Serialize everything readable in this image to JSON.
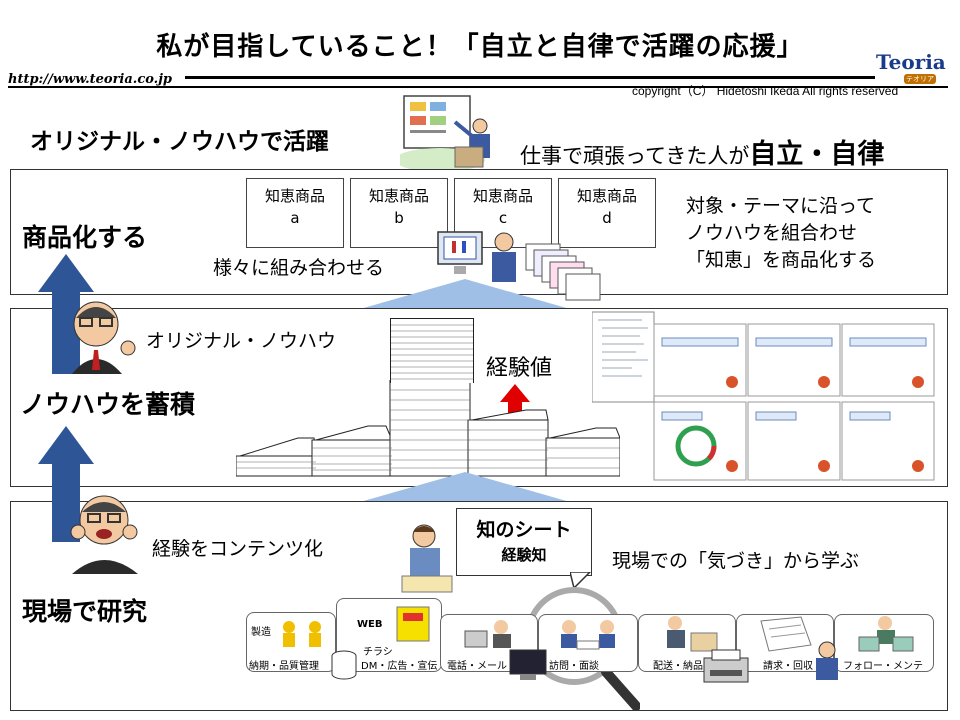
{
  "header": {
    "title": "私が目指していること！「自立と自律で活躍の応援」",
    "url": "http://www.teoria.co.jp",
    "copyright": "copyright（C） Hidetoshi Ikeda All rights reserved",
    "logo_text": "Teoria",
    "logo_sub": "テオリア"
  },
  "top": {
    "left_title": "オリジナル・ノウハウで活躍",
    "right_prefix": "仕事で頑張ってきた人が",
    "right_emph": "自立・自律"
  },
  "panel1": {
    "title": "商品化する",
    "boxes": [
      {
        "line1": "知恵商品",
        "line2": "a"
      },
      {
        "line1": "知恵商品",
        "line2": "b"
      },
      {
        "line1": "知恵商品",
        "line2": "c"
      },
      {
        "line1": "知恵商品",
        "line2": "d"
      }
    ],
    "combine": "様々に組み合わせる",
    "desc": [
      "対象・テーマに沿って",
      "ノウハウを組合わせ",
      "「知恵」を商品化する"
    ]
  },
  "panel2": {
    "title": "ノウハウを蓄積",
    "original": "オリジナル・ノウハウ",
    "exp_value": "経験値"
  },
  "panel3": {
    "title": "現場で研究",
    "contents": "経験をコンテンツ化",
    "sheet_title": "知のシート",
    "sheet_sub": "経験知",
    "learn": "現場での「気づき」から学ぶ",
    "cards": [
      {
        "label": "納期・品質管理",
        "tag": "製造"
      },
      {
        "label": "DM・広告・宣伝",
        "tag": "WEB",
        "tag2": "チラシ"
      },
      {
        "label": "電話・メール"
      },
      {
        "label": "訪問・面談"
      },
      {
        "label": "配送・納品"
      },
      {
        "label": "請求・回収"
      },
      {
        "label": "フォロー・メンテ"
      }
    ]
  },
  "colors": {
    "arrow_blue": "#2e5596",
    "exp_arrow_red": "#e00000",
    "connector_blue": "#9fbfe6"
  }
}
